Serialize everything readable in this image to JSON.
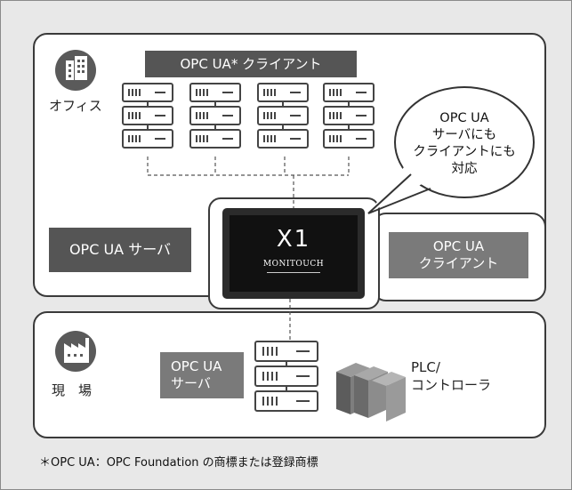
{
  "office": {
    "title": "OPC UA* クライアント",
    "icon_label": "オフィス",
    "icon": "office-building-icon"
  },
  "bubble": {
    "lines": [
      "OPC UA",
      "サーバにも",
      "クライアントにも",
      "対応"
    ]
  },
  "server_label": "OPC UA サーバ",
  "client_label": {
    "line1": "OPC UA",
    "line2": "クライアント"
  },
  "monitor": {
    "model": "X1",
    "brand": "MONITOUCH"
  },
  "field": {
    "icon_label": "現　場",
    "icon": "factory-icon",
    "server_label": {
      "line1": "OPC UA",
      "line2": "サーバ"
    },
    "plc_label": {
      "line1": "PLC/",
      "line2": "コントローラ"
    }
  },
  "footnote": "＊OPC UA：OPC Foundation の商標または登録商標",
  "colors": {
    "background": "#e8e8e8",
    "region": "#ffffff",
    "outline": "#3a3a3a",
    "label_dark": "#555555",
    "label_mid": "#7a7a7a"
  }
}
